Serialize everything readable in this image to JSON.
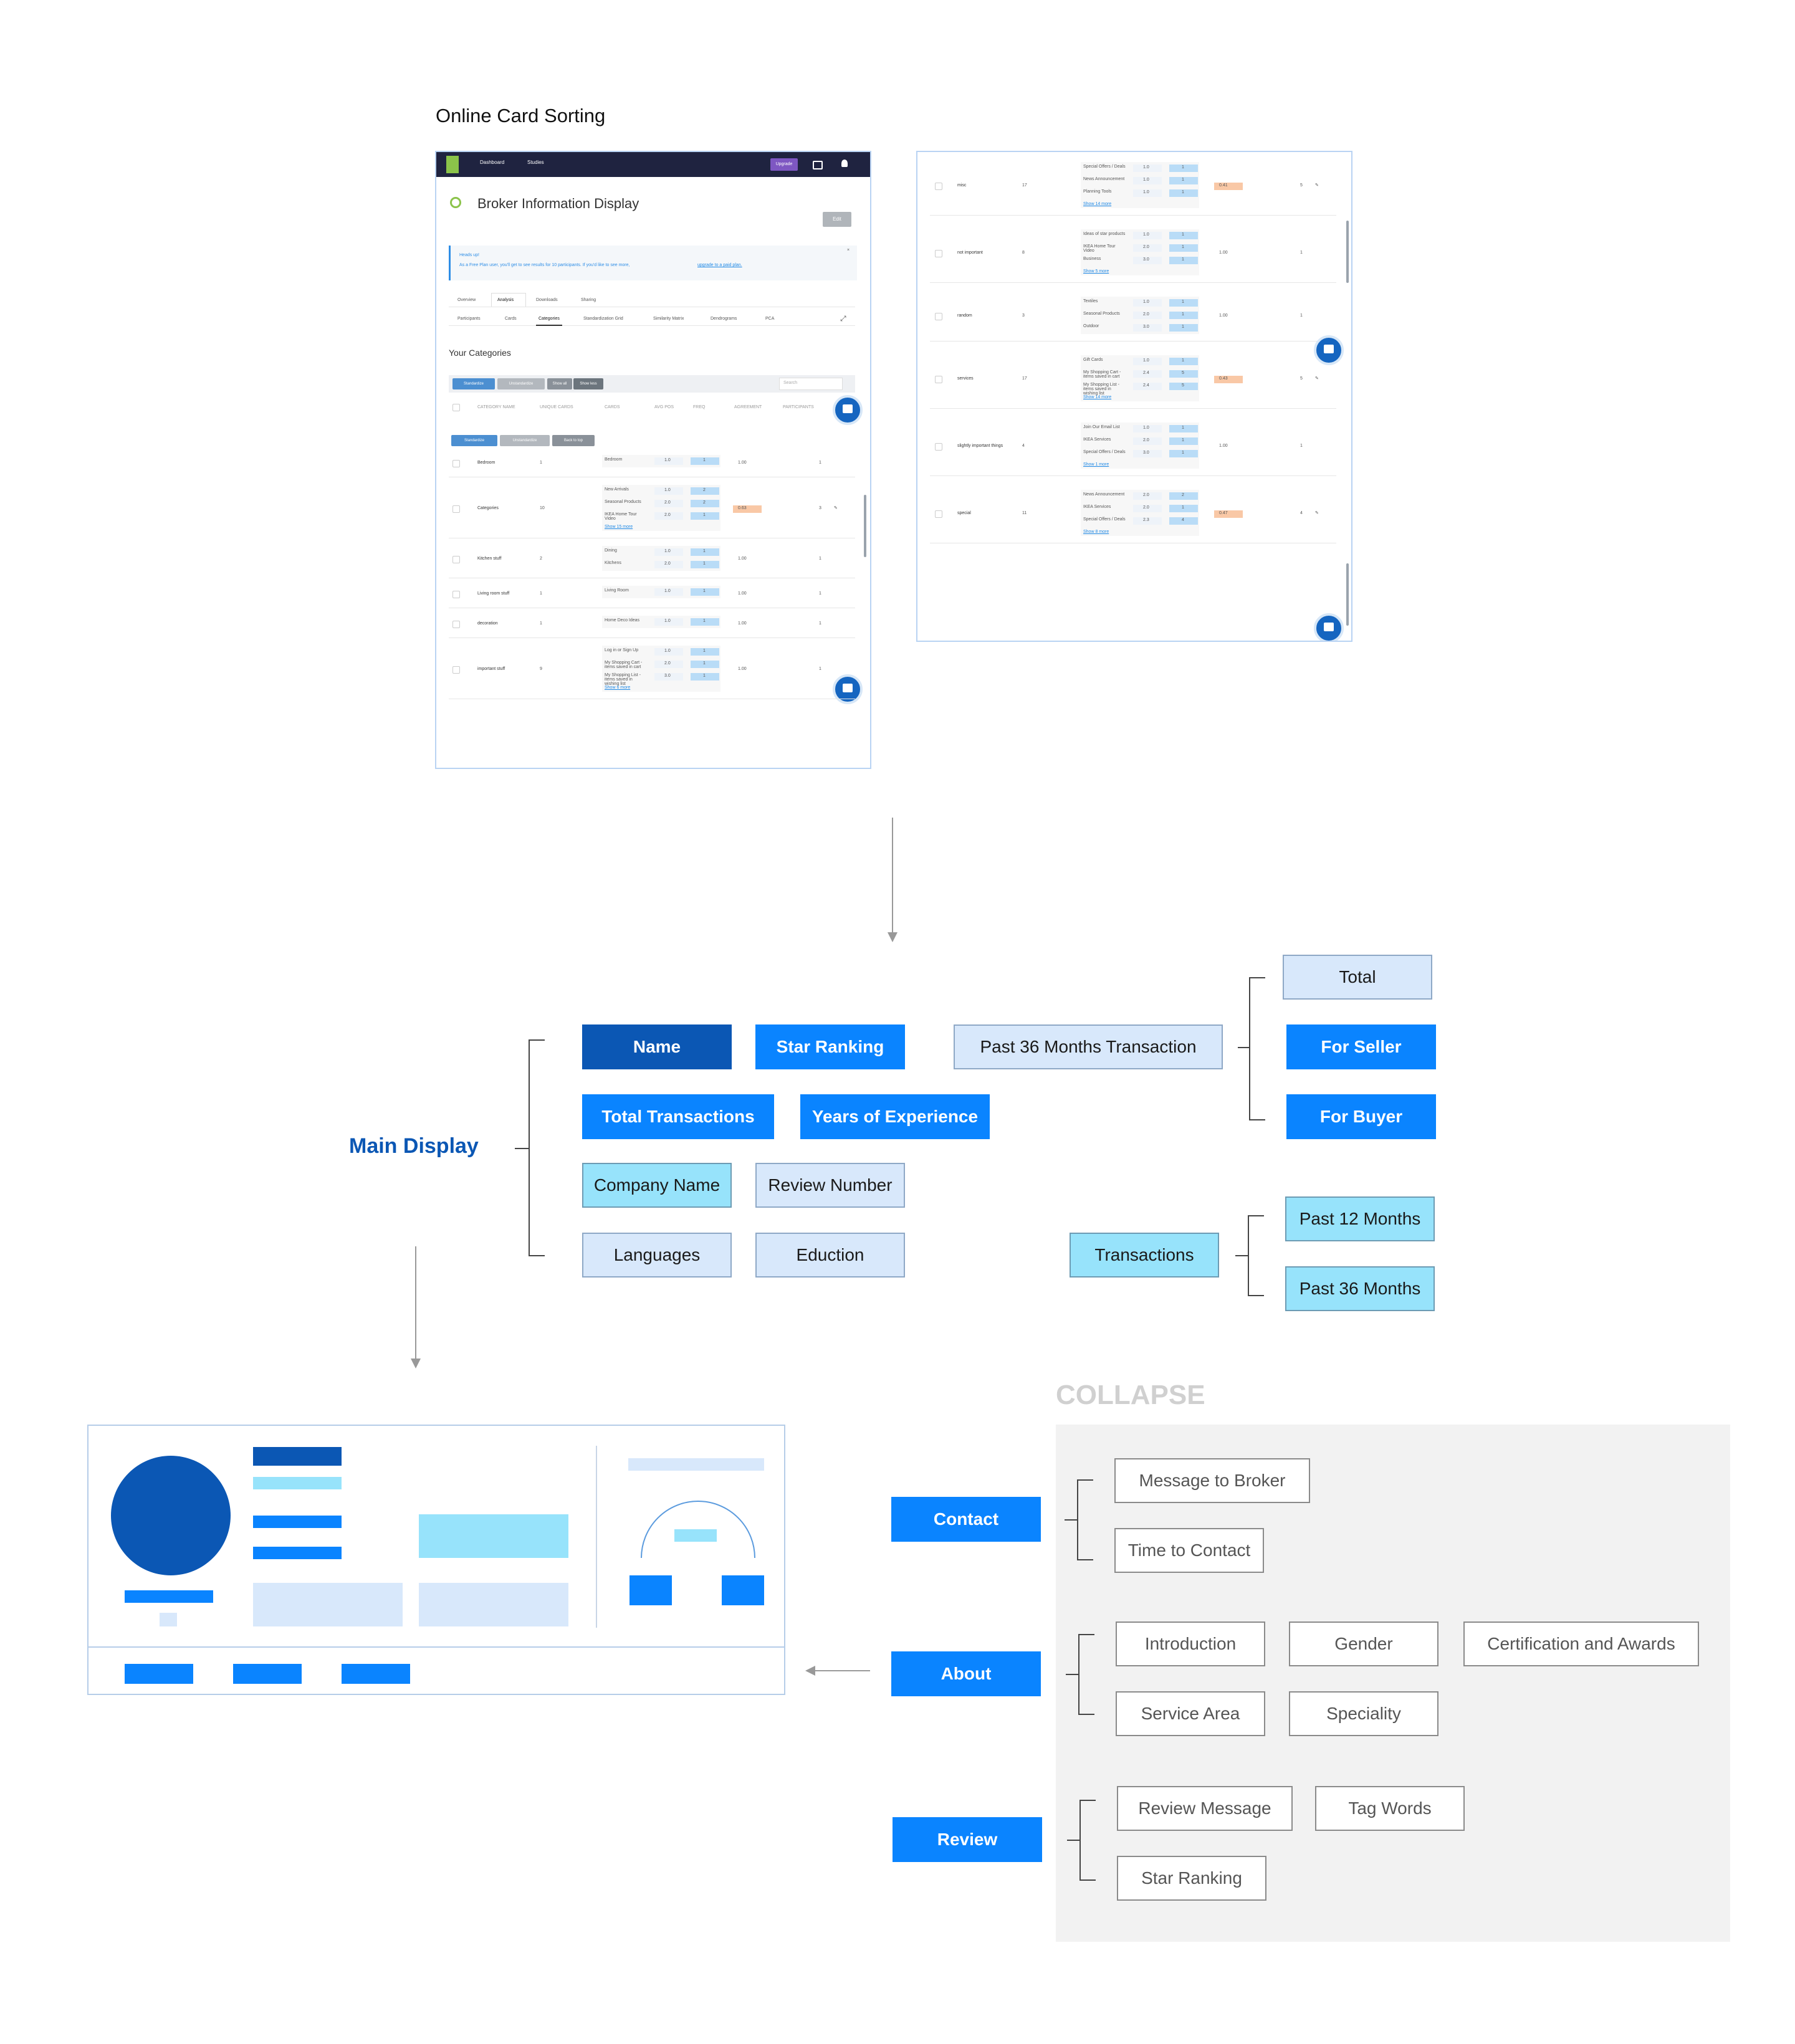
{
  "header": {
    "title": "Online Card Sorting"
  },
  "screenshot_left": {
    "nav": {
      "dashboard": "Dashboard",
      "studies": "Studies",
      "upgrade": "Upgrade"
    },
    "study_title": "Broker Information Display",
    "edit_label": "Edit",
    "notice": {
      "heading": "Heads up!",
      "text": "As a Free Plan user, you'll get to see results for 10 participants. If you'd like to see more,",
      "link": "upgrade to a paid plan."
    },
    "main_tabs": [
      "Overview",
      "Analysis",
      "Downloads",
      "Sharing"
    ],
    "sub_tabs": [
      "Participants",
      "Cards",
      "Categories",
      "Standardization Grid",
      "Similarity Matrix",
      "Dendrograms",
      "PCA"
    ],
    "section_title": "Your Categories",
    "toolbar": [
      "Standardize",
      "Unstandardize",
      "Show all",
      "Show less"
    ],
    "search_placeholder": "Search",
    "columns": [
      "CATEGORY NAME",
      "UNIQUE CARDS",
      "CARDS",
      "AVG POS",
      "FREQ",
      "AGREEMENT",
      "PARTICIPANTS"
    ],
    "row_toolbar": [
      "Standardize",
      "Unstandardize",
      "Back to top"
    ],
    "rows": [
      {
        "name": "Bedroom",
        "count": "1",
        "cards": [
          [
            "Bedroom",
            "1.0",
            "1"
          ]
        ],
        "agreement": "1.00",
        "participants": "1"
      },
      {
        "name": "Categories",
        "count": "10",
        "cards": [
          [
            "New Arrivals",
            "1.0",
            "2"
          ],
          [
            "Seasonal Products",
            "2.0",
            "2"
          ],
          [
            "IKEA Home Tour Video",
            "2.0",
            "1"
          ]
        ],
        "more": "Show 15 more",
        "agreement": "0.63",
        "participants": "3"
      },
      {
        "name": "Kitchen stuff",
        "count": "2",
        "cards": [
          [
            "Dining",
            "1.0",
            "1"
          ],
          [
            "Kitchens",
            "2.0",
            "1"
          ]
        ],
        "agreement": "1.00",
        "participants": "1"
      },
      {
        "name": "Living room stuff",
        "count": "1",
        "cards": [
          [
            "Living Room",
            "1.0",
            "1"
          ]
        ],
        "agreement": "1.00",
        "participants": "1"
      },
      {
        "name": "decoration",
        "count": "1",
        "cards": [
          [
            "Home Deco Ideas",
            "1.0",
            "1"
          ]
        ],
        "agreement": "1.00",
        "participants": "1"
      },
      {
        "name": "important stuff",
        "count": "9",
        "cards": [
          [
            "Log in or Sign Up",
            "1.0",
            "1"
          ],
          [
            "My Shopping Cart - items saved in cart",
            "2.0",
            "1"
          ],
          [
            "My Shopping List - items saved in wishing list",
            "3.0",
            "1"
          ]
        ],
        "more": "Show 6 more",
        "agreement": "1.00",
        "participants": "1"
      }
    ]
  },
  "screenshot_right": {
    "rows": [
      {
        "name": "misc",
        "count": "17",
        "cards": [
          [
            "Special Offers / Deals",
            "1.0",
            "1"
          ],
          [
            "News Announcement",
            "1.0",
            "1"
          ],
          [
            "Planning Tools",
            "1.0",
            "1"
          ]
        ],
        "more": "Show 14 more",
        "agreement": "0.41",
        "participants": "5"
      },
      {
        "name": "not important",
        "count": "8",
        "cards": [
          [
            "Ideas of star products",
            "1.0",
            "1"
          ],
          [
            "IKEA Home Tour Video",
            "2.0",
            "1"
          ],
          [
            "Business",
            "3.0",
            "1"
          ]
        ],
        "more": "Show 5 more",
        "agreement": "1.00",
        "participants": "1"
      },
      {
        "name": "random",
        "count": "3",
        "cards": [
          [
            "Textiles",
            "1.0",
            "1"
          ],
          [
            "Seasonal Products",
            "2.0",
            "1"
          ],
          [
            "Outdoor",
            "3.0",
            "1"
          ]
        ],
        "agreement": "1.00",
        "participants": "1"
      },
      {
        "name": "services",
        "count": "17",
        "cards": [
          [
            "Gift Cards",
            "1.0",
            "1"
          ],
          [
            "My Shopping Cart - items saved in cart",
            "2.4",
            "5"
          ],
          [
            "My Shopping List - items saved in wishing list",
            "2.4",
            "5"
          ]
        ],
        "more": "Show 14 more",
        "agreement": "0.43",
        "participants": "5"
      },
      {
        "name": "slightly important things",
        "count": "4",
        "cards": [
          [
            "Join Our Email List",
            "1.0",
            "1"
          ],
          [
            "IKEA Services",
            "2.0",
            "1"
          ],
          [
            "Special Offers / Deals",
            "3.0",
            "1"
          ]
        ],
        "more": "Show 1 more",
        "agreement": "1.00",
        "participants": "1"
      },
      {
        "name": "special",
        "count": "11",
        "cards": [
          [
            "News Announcement",
            "2.0",
            "2"
          ],
          [
            "IKEA Services",
            "2.0",
            "1"
          ],
          [
            "Special Offers / Deals",
            "2.3",
            "4"
          ]
        ],
        "more": "Show 8 more",
        "agreement": "0.47",
        "participants": "4"
      }
    ]
  },
  "main_display": {
    "title": "Main Display",
    "items": {
      "name": "Name",
      "star_ranking": "Star Ranking",
      "past36_transaction": "Past 36 Months Transaction",
      "total_transactions": "Total Transactions",
      "years_experience": "Years of Experience",
      "company_name": "Company Name",
      "review_number": "Review Number",
      "languages": "Languages",
      "education": "Eduction"
    },
    "past36_children": {
      "total": "Total",
      "for_seller": "For Seller",
      "for_buyer": "For Buyer"
    },
    "transactions": {
      "label": "Transactions",
      "past12": "Past 12 Months",
      "past36": "Past 36 Months"
    }
  },
  "collapse": {
    "title": "COLLAPSE",
    "contact": {
      "label": "Contact",
      "items": [
        "Message to Broker",
        "Time to Contact"
      ]
    },
    "about": {
      "label": "About",
      "items": [
        "Introduction",
        "Gender",
        "Certification and Awards",
        "Service Area",
        "Speciality"
      ]
    },
    "review": {
      "label": "Review",
      "items": [
        "Review Message",
        "Tag Words",
        "Star Ranking"
      ]
    }
  },
  "colors": {
    "dark_blue": "#0b57b4",
    "blue": "#0a84ff",
    "light_blue": "#d8e8fb",
    "cyan": "#97e3fb",
    "collapse_bg": "#f2f2f2",
    "collapse_title": "#d0d0d0",
    "title_blue": "#0b57b4"
  }
}
